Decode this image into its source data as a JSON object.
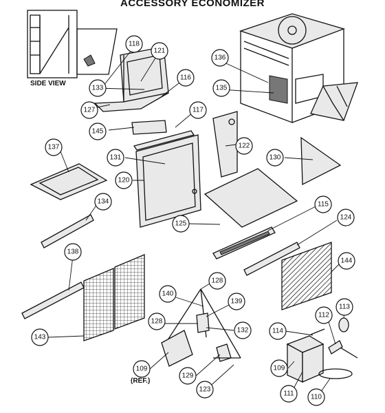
{
  "title": "ACCESSORY ECONOMIZER",
  "side_view_label": "SIDE VIEW",
  "ref_label": "(REF.)",
  "callouts": [
    {
      "id": "c118",
      "label": "118"
    },
    {
      "id": "c121",
      "label": "121"
    },
    {
      "id": "c136",
      "label": "136"
    },
    {
      "id": "c133",
      "label": "133"
    },
    {
      "id": "c116",
      "label": "116"
    },
    {
      "id": "c135",
      "label": "135"
    },
    {
      "id": "c127",
      "label": "127"
    },
    {
      "id": "c117",
      "label": "117"
    },
    {
      "id": "c145",
      "label": "145"
    },
    {
      "id": "c137",
      "label": "137"
    },
    {
      "id": "c131",
      "label": "131"
    },
    {
      "id": "c122",
      "label": "122"
    },
    {
      "id": "c130",
      "label": "130"
    },
    {
      "id": "c120",
      "label": "120"
    },
    {
      "id": "c134",
      "label": "134"
    },
    {
      "id": "c115",
      "label": "115"
    },
    {
      "id": "c125",
      "label": "125"
    },
    {
      "id": "c124",
      "label": "124"
    },
    {
      "id": "c138",
      "label": "138"
    },
    {
      "id": "c144",
      "label": "144"
    },
    {
      "id": "c128a",
      "label": "128"
    },
    {
      "id": "c140",
      "label": "140"
    },
    {
      "id": "c139",
      "label": "139"
    },
    {
      "id": "c113",
      "label": "113"
    },
    {
      "id": "c128b",
      "label": "128"
    },
    {
      "id": "c132",
      "label": "132"
    },
    {
      "id": "c112",
      "label": "112"
    },
    {
      "id": "c114",
      "label": "114"
    },
    {
      "id": "c143",
      "label": "143"
    },
    {
      "id": "c109a",
      "label": "109"
    },
    {
      "id": "c109b",
      "label": "109"
    },
    {
      "id": "c129",
      "label": "129"
    },
    {
      "id": "c123",
      "label": "123"
    },
    {
      "id": "c111",
      "label": "111"
    },
    {
      "id": "c110",
      "label": "110"
    }
  ]
}
